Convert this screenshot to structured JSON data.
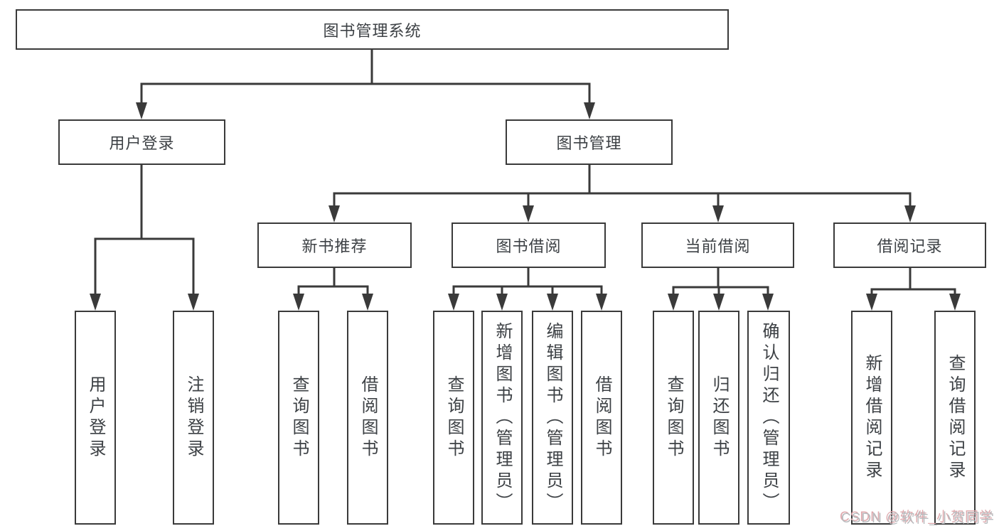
{
  "tree": {
    "root": {
      "label": "图书管理系统",
      "children": [
        {
          "label": "用户登录",
          "children": [
            {
              "label": "用户登录"
            },
            {
              "label": "注销登录"
            }
          ]
        },
        {
          "label": "图书管理",
          "children": [
            {
              "label": "新书推荐",
              "children": [
                {
                  "label": "查询图书"
                },
                {
                  "label": "借阅图书"
                }
              ]
            },
            {
              "label": "图书借阅",
              "children": [
                {
                  "label": "查询图书"
                },
                {
                  "label": "新增图书（管理员）"
                },
                {
                  "label": "编辑图书（管理员）"
                },
                {
                  "label": "借阅图书"
                }
              ]
            },
            {
              "label": "当前借阅",
              "children": [
                {
                  "label": "查询图书"
                },
                {
                  "label": "归还图书"
                },
                {
                  "label": "确认归还（管理员）"
                }
              ]
            },
            {
              "label": "借阅记录",
              "children": [
                {
                  "label": "新增借阅记录"
                },
                {
                  "label": "查询借阅记录"
                }
              ]
            }
          ]
        }
      ]
    }
  },
  "watermark": {
    "text": "CSDN @软件_小贺同学"
  },
  "colors": {
    "line": "#3a3a3a",
    "text": "#3d4145",
    "background": "#ffffff",
    "watermark_text": "#b9bbbe",
    "watermark_shadow": "#dfa9ad"
  }
}
